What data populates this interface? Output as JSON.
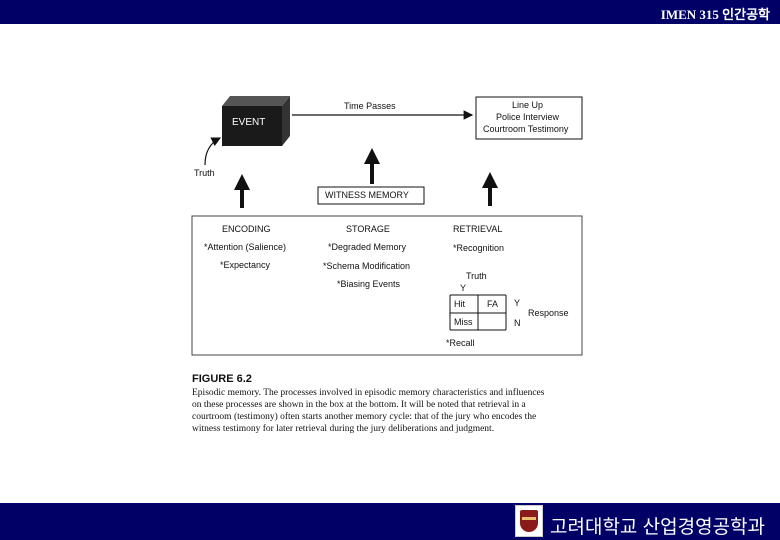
{
  "header": {
    "course_title": "IMEN 315 인간공학"
  },
  "footer": {
    "department": "고려대학교 산업경영공학과",
    "logo_icon": "korea-university-crest-icon"
  },
  "colors": {
    "bar": "#000066",
    "event_box": "#1a1a1a"
  },
  "diagram": {
    "event": "EVENT",
    "time_passes": "Time Passes",
    "lineup": [
      "Line Up",
      "Police Interview",
      "Courtroom Testimony"
    ],
    "truth_label": "Truth",
    "witness_memory": "WITNESS MEMORY",
    "encoding": {
      "heading": "ENCODING",
      "items": [
        "*Attention (Salience)",
        "*Expectancy"
      ]
    },
    "storage": {
      "heading": "STORAGE",
      "items": [
        "*Degraded Memory",
        "*Schema Modification",
        "*Biasing Events"
      ]
    },
    "retrieval": {
      "heading": "RETRIEVAL",
      "recognition": "*Recognition",
      "truth": "Truth",
      "truth_y": "Y",
      "hit": "Hit",
      "fa": "FA",
      "miss": "Miss",
      "response_y": "Y",
      "response_n": "N",
      "response": "Response",
      "recall": "*Recall"
    }
  },
  "caption": {
    "title": "FIGURE 6.2",
    "lines": [
      "Episodic memory. The processes involved in episodic memory characteristics and influences",
      "on these processes are shown in the box at the bottom. It will be noted that retrieval in a",
      "courtroom (testimony) often starts another memory cycle: that of the jury who encodes the",
      "witness testimony for later retrieval during the jury deliberations and judgment."
    ]
  }
}
